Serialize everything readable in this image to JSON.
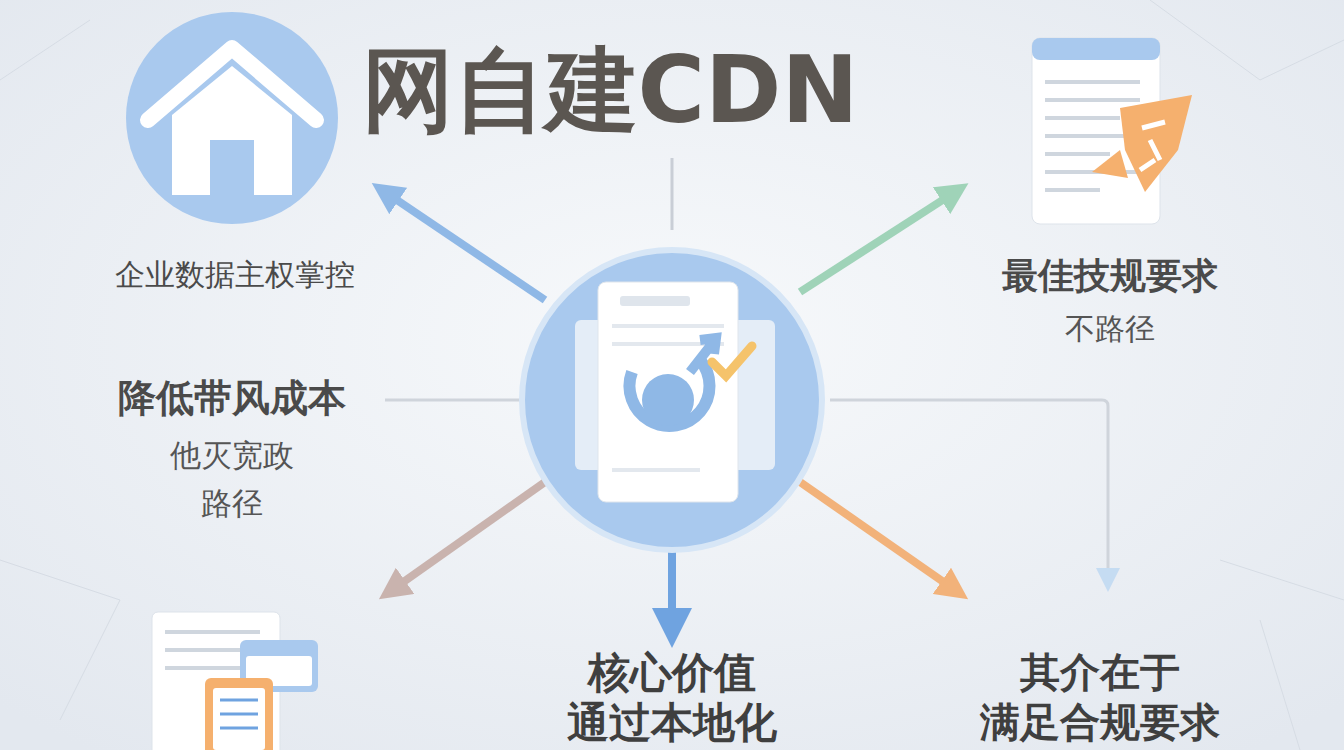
{
  "diagram": {
    "title": "网自建CDN",
    "labels": [
      "企业数据主权掌控",
      "最佳技规要求",
      "不路径",
      "降低带风成本",
      "他灭宽政",
      "路径",
      "核心价值",
      "通过本地化",
      "其介在于",
      "满足合规要求"
    ]
  }
}
